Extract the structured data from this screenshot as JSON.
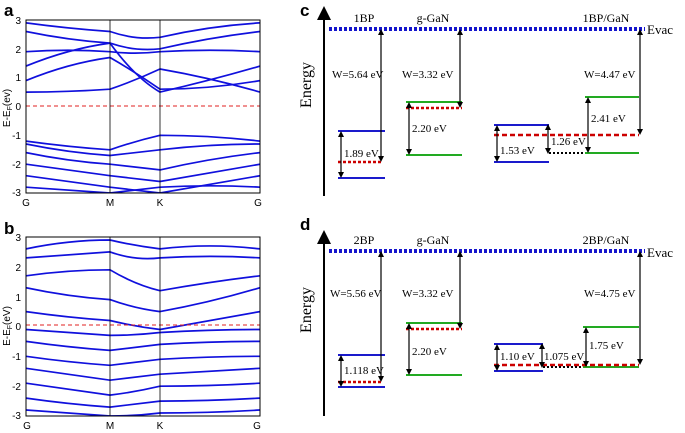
{
  "panels": {
    "a": {
      "letter": "a",
      "ylabel": "E-E",
      "ylabel_sub": "F",
      "ylabel_unit": "(ev)",
      "ylim": [
        -3,
        3
      ],
      "yticks": [
        "3",
        "2",
        "1",
        "0",
        "-1",
        "-2",
        "-3"
      ],
      "kpoints": [
        "G",
        "M",
        "K",
        "G"
      ]
    },
    "b": {
      "letter": "b",
      "ylabel": "E-E",
      "ylabel_sub": "F",
      "ylabel_unit": "(eV)",
      "ylim": [
        -3,
        3
      ],
      "yticks": [
        "3",
        "2",
        "1",
        "0",
        "-1",
        "-2",
        "-3"
      ],
      "kpoints": [
        "G",
        "M",
        "K",
        "G"
      ]
    },
    "c": {
      "letter": "c",
      "energy_label": "Energy",
      "evac_label": "Evac",
      "col1": "1BP",
      "col2": "g-GaN",
      "col3": "1BP/GaN",
      "w1": "W=5.64 eV",
      "w2": "W=3.32 eV",
      "w3": "W=4.47 eV",
      "gap1": "1.89 eV",
      "gap2": "2.20 eV",
      "gap3": "1.53 eV",
      "gap4": "1.26 eV",
      "gap5": "2.41 eV"
    },
    "d": {
      "letter": "d",
      "energy_label": "Energy",
      "evac_label": "Evac",
      "col1": "2BP",
      "col2": "g-GaN",
      "col3": "2BP/GaN",
      "w1": "W=5.56 eV",
      "w2": "W=3.32 eV",
      "w3": "W=4.75 eV",
      "gap1": "1.118 eV",
      "gap2": "2.20 eV",
      "gap3": "1.10 eV",
      "gap4": "1.075 eV",
      "gap5": "1.75 eV"
    }
  },
  "colors": {
    "band": "#1010dd",
    "fermi": "#e02020",
    "vacuum": "#1515cc",
    "conduction_green": "#22aa22",
    "valence_blue": "#1a1acc",
    "fermi_dash": "#cc0000"
  }
}
